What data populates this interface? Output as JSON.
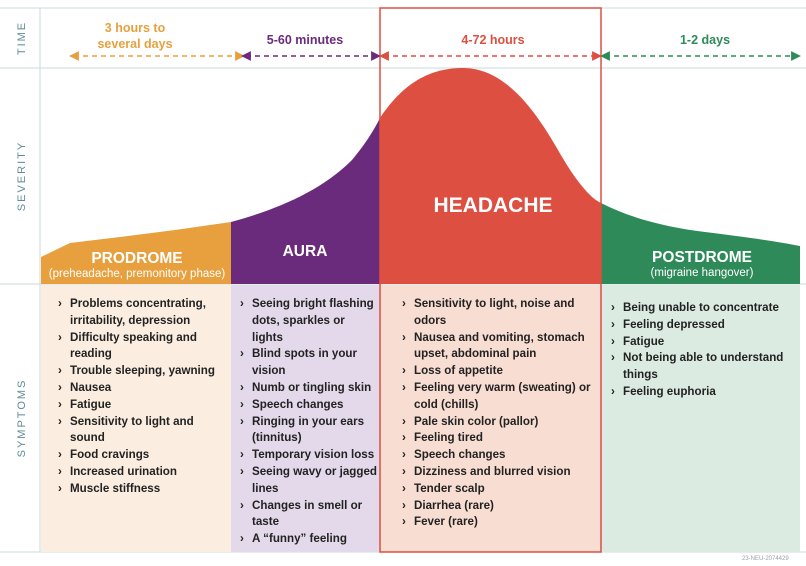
{
  "labels": {
    "time": "TIME",
    "severity": "SEVERITY",
    "symptoms": "SYMPTOMS"
  },
  "phases": {
    "prodrome": {
      "title": "PRODROME",
      "subtitle": "(preheadache, premonitory phase)",
      "duration_line1": "3 hours to",
      "duration_line2": "several days",
      "color": "#e8a03e",
      "bg": "#fbeee0",
      "symptoms": [
        "Problems concentrating, irritability, depression",
        "Difficulty speaking and reading",
        "Trouble sleeping, yawning",
        "Nausea",
        "Fatigue",
        "Sensitivity to light and sound",
        "Food cravings",
        "Increased urination",
        "Muscle stiffness"
      ]
    },
    "aura": {
      "title": "AURA",
      "duration": "5-60 minutes",
      "color": "#6a2b7c",
      "bg": "#e3d9ea",
      "symptoms": [
        "Seeing bright flashing dots, sparkles or lights",
        "Blind spots in your vision",
        "Numb or tingling skin",
        "Speech changes",
        "Ringing in your ears (tinnitus)",
        "Temporary vision loss",
        "Seeing wavy or jagged lines",
        "Changes in smell or taste",
        "A “funny” feeling"
      ]
    },
    "headache": {
      "title": "HEADACHE",
      "duration": "4-72 hours",
      "color": "#dd4f40",
      "bg": "#f8ddd2",
      "symptoms": [
        "Sensitivity to light, noise and odors",
        "Nausea and vomiting, stomach upset, abdominal pain",
        "Loss of appetite",
        "Feeling very warm (sweating) or cold (chills)",
        "Pale skin color (pallor)",
        "Feeling tired",
        "Speech changes",
        "Dizziness and blurred vision",
        "Tender scalp",
        "Diarrhea (rare)",
        "Fever (rare)"
      ]
    },
    "postdrome": {
      "title": "POSTDROME",
      "subtitle": "(migraine hangover)",
      "duration": "1-2 days",
      "color": "#2e8a59",
      "bg": "#dcebe2",
      "symptoms": [
        "Being unable to concentrate",
        "Feeling depressed",
        "Fatigue",
        "Not being able to understand things",
        "Feeling euphoria"
      ]
    }
  },
  "reference": "23-NEU-2074429"
}
